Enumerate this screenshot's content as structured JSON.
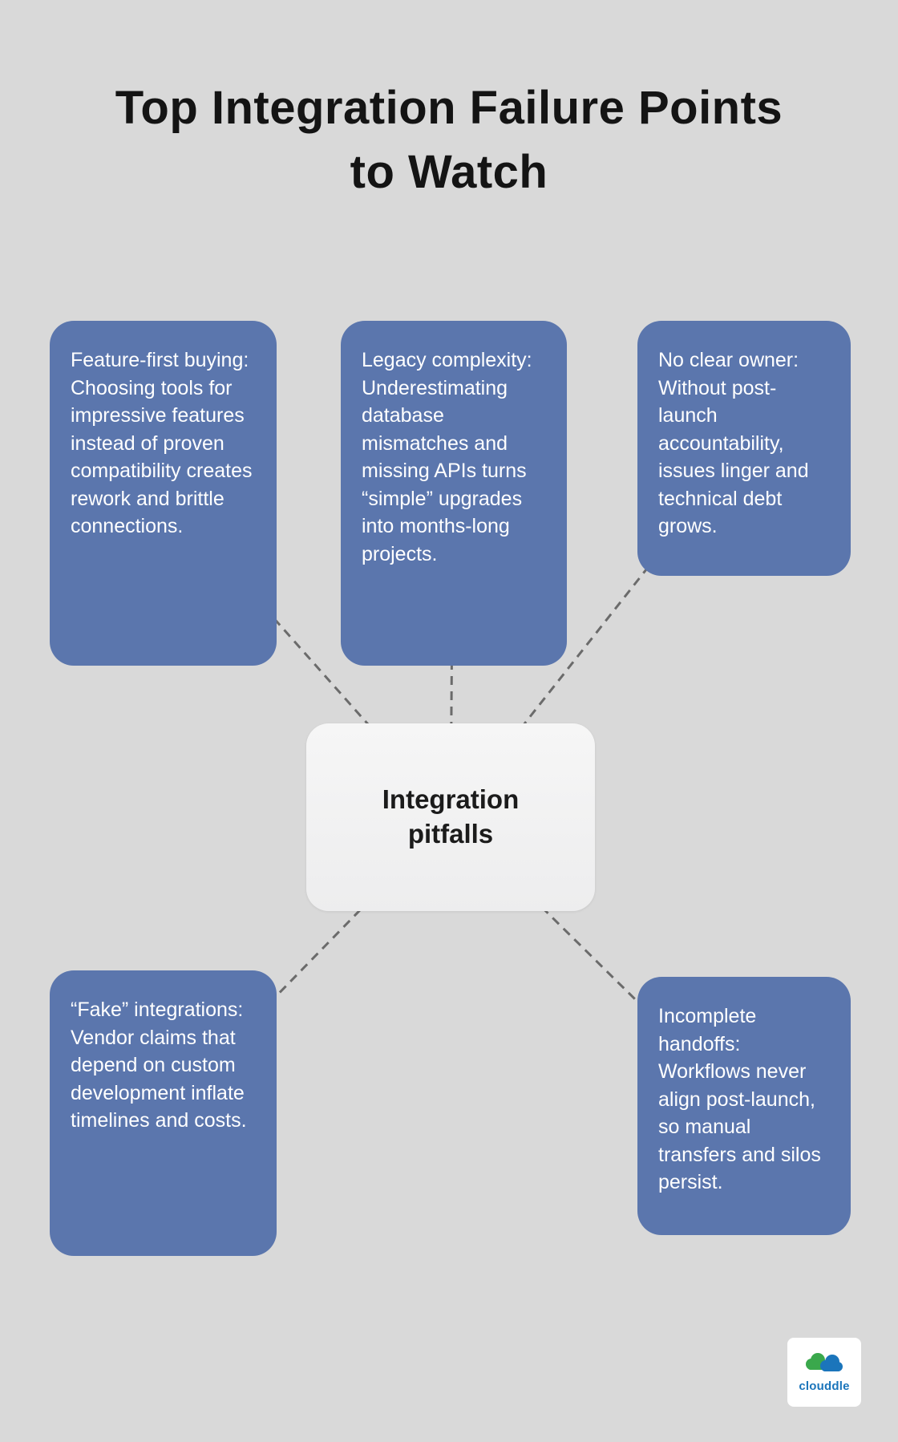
{
  "title": {
    "line1": "Top Integration Failure Points",
    "line2": "to Watch"
  },
  "center": {
    "label": "Integration pitfalls"
  },
  "nodes": [
    {
      "id": "feature-first-buying",
      "text": "Feature-first buying: Choosing tools for impressive features instead of proven compatibility creates rework and brittle connections."
    },
    {
      "id": "legacy-complexity",
      "text": "Legacy complexity: Underestimating database mismatches and missing APIs turns “simple” upgrades into months-long projects."
    },
    {
      "id": "no-clear-owner",
      "text": "No clear owner: Without post-launch accountability, issues linger and technical debt grows."
    },
    {
      "id": "fake-integrations",
      "text": "“Fake” integrations: Vendor claims that depend on custom development inflate timelines and costs."
    },
    {
      "id": "incomplete-handoffs",
      "text": "Incomplete handoffs: Workflows never align post-launch, so manual transfers and silos persist."
    }
  ],
  "logo": {
    "text": "clouddle"
  },
  "colors": {
    "background": "#d9d9d9",
    "node_background": "#5b76ad",
    "node_text": "#ffffff",
    "connector": "#6b6b6b",
    "center_background": "#f1f1f1",
    "title_text": "#141414",
    "logo_blue": "#1b75bb",
    "logo_green": "#3aa84c"
  }
}
